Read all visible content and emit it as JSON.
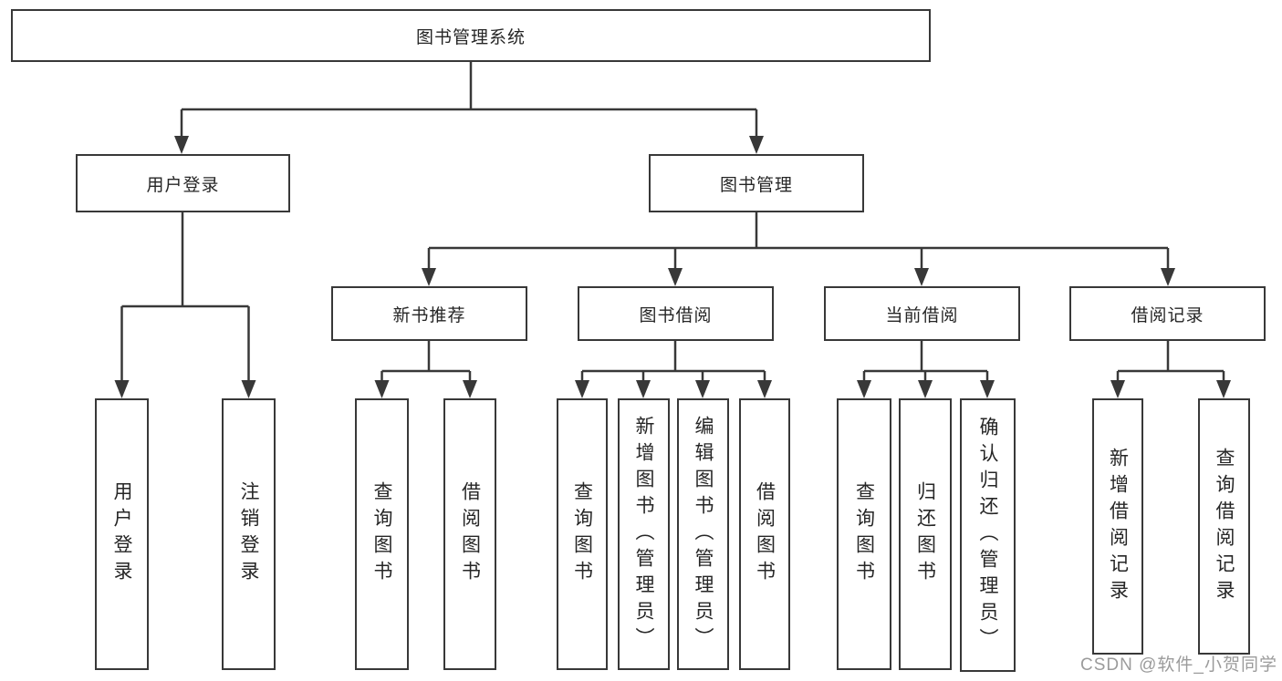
{
  "diagram": {
    "title_node": {
      "label": "图书管理系统"
    },
    "level2": [
      {
        "id": "user-login",
        "label": "用户登录"
      },
      {
        "id": "book-management",
        "label": "图书管理"
      }
    ],
    "level3": [
      {
        "id": "new-book-recommend",
        "label": "新书推荐",
        "parent": "图书管理"
      },
      {
        "id": "book-borrowing",
        "label": "图书借阅",
        "parent": "图书管理"
      },
      {
        "id": "current-borrowing",
        "label": "当前借阅",
        "parent": "图书管理"
      },
      {
        "id": "borrowing-records",
        "label": "借阅记录",
        "parent": "图书管理"
      }
    ],
    "leaves": [
      {
        "label": "用户登录",
        "parent": "用户登录"
      },
      {
        "label": "注销登录",
        "parent": "用户登录"
      },
      {
        "label": "查询图书",
        "parent": "新书推荐"
      },
      {
        "label": "借阅图书",
        "parent": "新书推荐"
      },
      {
        "label": "查询图书",
        "parent": "图书借阅"
      },
      {
        "label": "新增图书（管理员）",
        "parent": "图书借阅"
      },
      {
        "label": "编辑图书（管理员）",
        "parent": "图书借阅"
      },
      {
        "label": "借阅图书",
        "parent": "图书借阅"
      },
      {
        "label": "查询图书",
        "parent": "当前借阅"
      },
      {
        "label": "归还图书",
        "parent": "当前借阅"
      },
      {
        "label": "确认归还（管理员）",
        "parent": "当前借阅"
      },
      {
        "label": "新增借阅记录",
        "parent": "借阅记录"
      },
      {
        "label": "查询借阅记录",
        "parent": "借阅记录"
      }
    ]
  },
  "watermark": {
    "text": "CSDN @软件_小贺同学"
  },
  "colors": {
    "line": "#383838",
    "box_background": "#ffffff",
    "text": "#262626",
    "watermark": "#9b9b9b"
  }
}
